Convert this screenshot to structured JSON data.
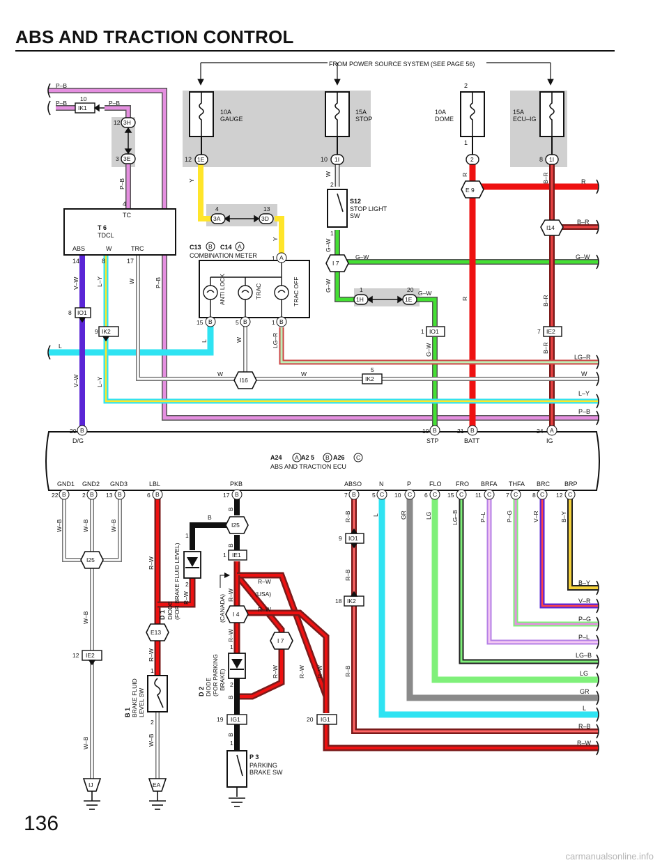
{
  "page": {
    "title": "ABS AND TRACTION CONTROL",
    "page_number": "136",
    "watermark": "carmanualsonline.info",
    "source_note": "FROM POWER SOURCE SYSTEM (SEE PAGE 56)"
  },
  "fuses": [
    {
      "id": "gauge",
      "rating": "10A",
      "name": "GAUGE",
      "pin": "12",
      "conn": "1E"
    },
    {
      "id": "stop",
      "rating": "15A",
      "name": "STOP",
      "pin": "10",
      "conn": "1I"
    },
    {
      "id": "dome",
      "rating": "10A",
      "name": "DOME",
      "pin_top": "2",
      "pin": "1",
      "conn": "2"
    },
    {
      "id": "ecuig",
      "rating": "15A",
      "name": "ECU–IG",
      "pin": "8",
      "conn": "1I"
    }
  ],
  "components": {
    "tdcl": {
      "code": "T 6",
      "name": "TDCL",
      "pins": [
        "TC",
        "ABS",
        "W",
        "TRC"
      ]
    },
    "meter": {
      "code1": "C13",
      "code2": "C14",
      "name": "COMBINATION METER",
      "lamps": [
        "ANTI LOCK",
        "TRAC",
        "TRAC OFF"
      ]
    },
    "stop_sw": {
      "code": "S12",
      "name1": "STOP LIGHT",
      "name2": "SW"
    },
    "ecu": {
      "code1": "A24",
      "code2": "A2 5",
      "code3": "A26",
      "name": "ABS AND TRACTION ECU",
      "top_pins": [
        "D/G",
        "STP",
        "BATT",
        "IG"
      ],
      "bottom_pins": [
        "GND1",
        "GND2",
        "GND3",
        "LBL",
        "PKB",
        "ABSO",
        "N",
        "P",
        "FLO",
        "FRO",
        "BRFA",
        "THFA",
        "BRC",
        "BRP"
      ]
    },
    "d1": {
      "code": "D 1",
      "name1": "DIODE",
      "name2": "(FOR BRAKE FLUID LEVEL)"
    },
    "d2": {
      "code": "D 2",
      "name1": "DIODE",
      "name2": "(FOR PARKING",
      "name3": "BRAKE)"
    },
    "b1": {
      "code": "B 1",
      "name1": "BRAKE FLUID",
      "name2": "LEVEL SW"
    },
    "p3": {
      "code": "P 3",
      "name1": "PARKING",
      "name2": "BRAKE SW"
    },
    "grounds": [
      "IJ",
      "EA"
    ],
    "notes": [
      "(USA)",
      "(CANADA)"
    ]
  },
  "right_wires": [
    "R",
    "B–R",
    "G–W",
    "LG–R",
    "W",
    "L–Y",
    "P–B"
  ],
  "bottom_wires": [
    "B–Y",
    "V–R",
    "P–G",
    "P–L",
    "LG–B",
    "LG",
    "GR",
    "L",
    "R–B",
    "R–W"
  ],
  "colors": {
    "pink": "#e58fe0",
    "red": "#ee1111",
    "green": "#44e033",
    "yellow": "#ffe52a",
    "cyan": "#2fe3f2",
    "purple": "#5a25d6",
    "lightgreen": "#7ff07a",
    "gray": "#8a8a8a",
    "gold": "#f5d23b",
    "shade": "#d0d0d0"
  }
}
